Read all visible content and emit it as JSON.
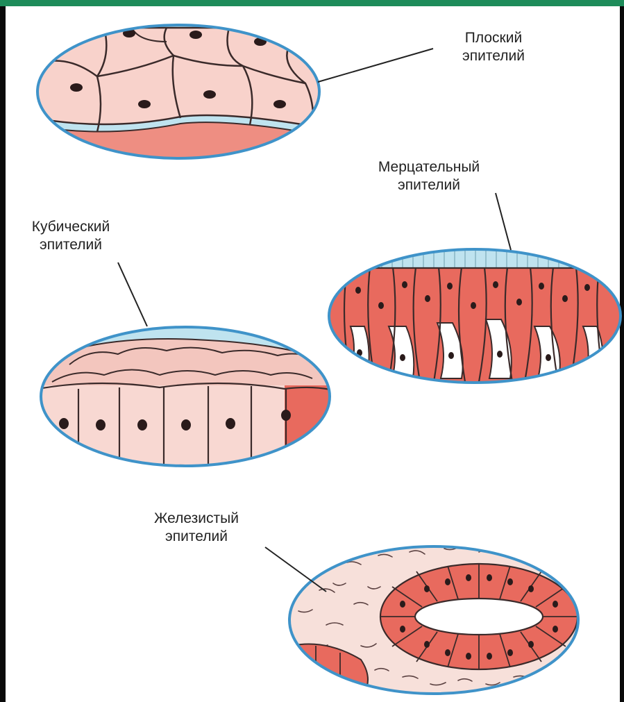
{
  "labels": {
    "flat": [
      "Плоский",
      "эпителий"
    ],
    "ciliated": [
      "Мерцательный",
      "эпителий"
    ],
    "cubic": [
      "Кубический",
      "эпителий"
    ],
    "glandular": [
      "Железистый",
      "эпителий"
    ]
  },
  "colors": {
    "frame": "#0a0a0a",
    "accent_bar": "#1e8c5a",
    "background": "#ffffff",
    "oval_border": "#3f93c9",
    "oval_fill": "#bfe3ef",
    "cell_light": "#f8d2cb",
    "cell_shadow": "#ee8e82",
    "cell_dark": "#e86a5e",
    "outline": "#3a2a2a",
    "nucleus": "#2a1b1b",
    "tissue": "#f7e0da"
  }
}
